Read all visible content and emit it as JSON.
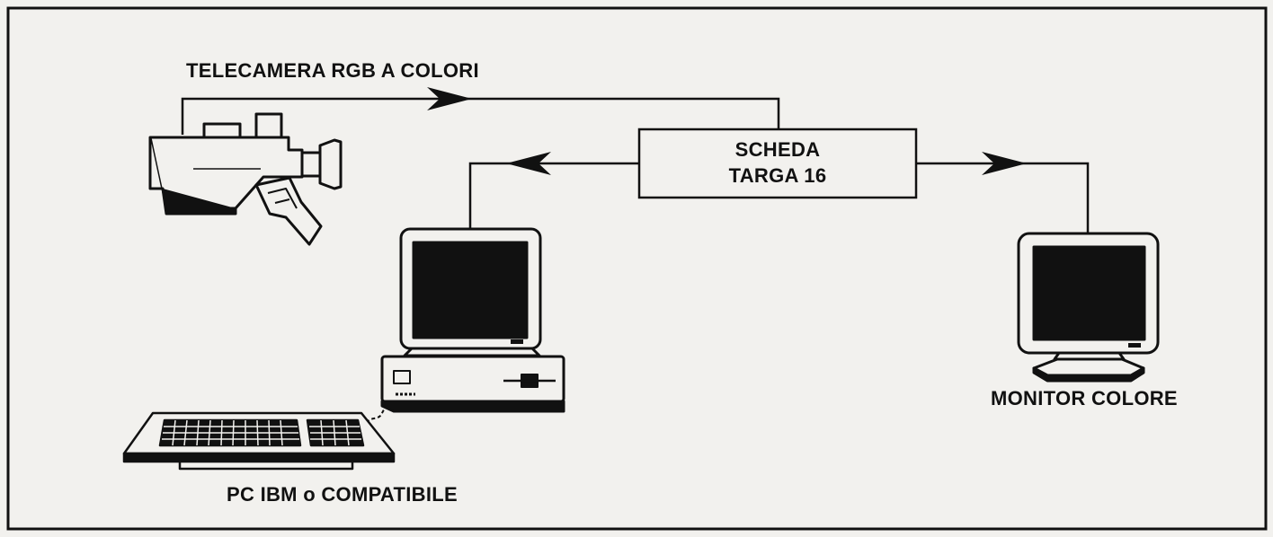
{
  "labels": {
    "camera": "TELECAMERA RGB A COLORI",
    "board_line1": "SCHEDA",
    "board_line2": "TARGA 16",
    "monitor": "MONITOR COLORE",
    "pc": "PC IBM o COMPATIBILE"
  },
  "nodes": [
    {
      "id": "camera",
      "icon": "video-camera-icon"
    },
    {
      "id": "board",
      "icon": "expansion-board-box"
    },
    {
      "id": "pc",
      "icon": "desktop-computer-icon"
    },
    {
      "id": "keyboard",
      "icon": "keyboard-icon"
    },
    {
      "id": "monitor",
      "icon": "crt-monitor-icon"
    }
  ],
  "edges": [
    {
      "from": "camera",
      "to": "board"
    },
    {
      "from": "board",
      "to": "pc"
    },
    {
      "from": "board",
      "to": "monitor"
    },
    {
      "from": "keyboard",
      "to": "pc"
    }
  ],
  "colors": {
    "background": "#f2f1ee",
    "ink": "#111111"
  }
}
